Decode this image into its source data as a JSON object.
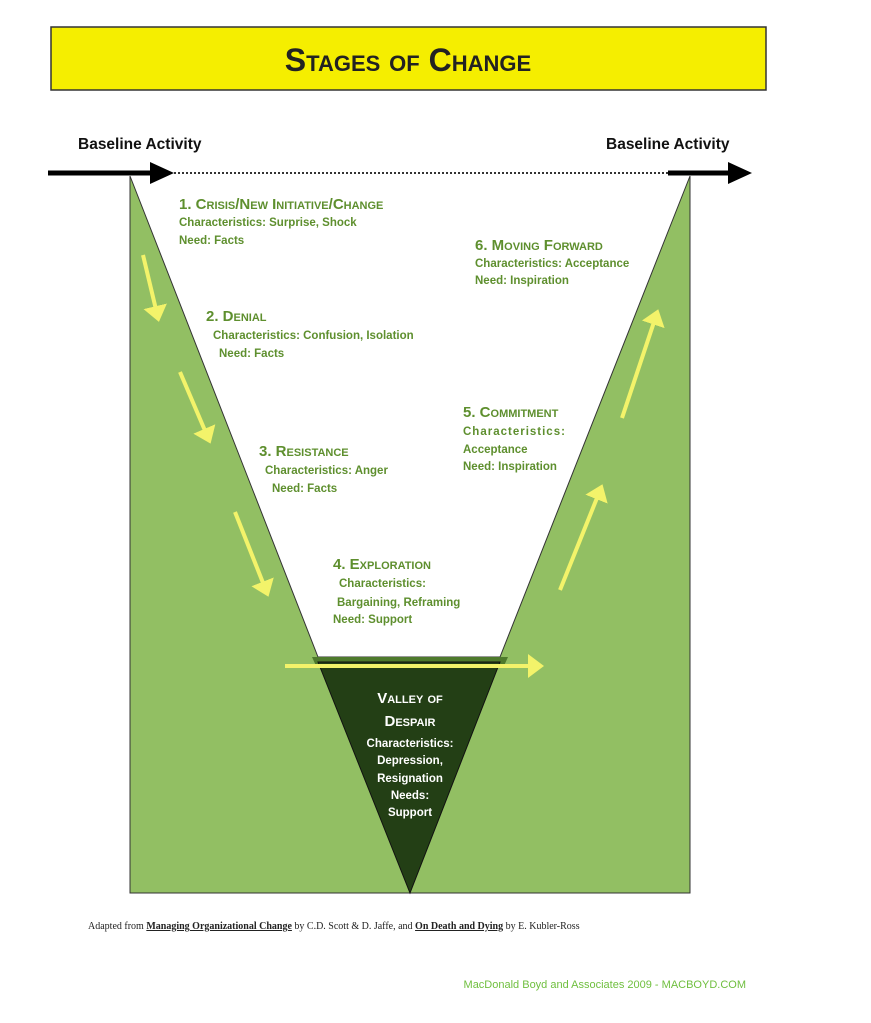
{
  "title": "Stages of Change",
  "baseline_left": "Baseline Activity",
  "baseline_right": "Baseline Activity",
  "stages": [
    {
      "title": "1. Crisis/New Initiative/Change",
      "lines": [
        "Characteristics: Surprise, Shock",
        "Need: Facts"
      ]
    },
    {
      "title": "2. Denial",
      "lines": [
        "Characteristics: Confusion, Isolation",
        "Need: Facts"
      ]
    },
    {
      "title": "3. Resistance",
      "lines": [
        "Characteristics: Anger",
        "Need: Facts"
      ]
    },
    {
      "title": "4. Exploration",
      "lines": [
        "Characteristics:",
        "Bargaining, Reframing",
        "Need: Support"
      ]
    },
    {
      "title": "5. Commitment",
      "lines": [
        "Characteristics:",
        "Acceptance",
        "Need: Inspiration"
      ]
    },
    {
      "title": "6. Moving Forward",
      "lines": [
        "Characteristics: Acceptance",
        "Need: Inspiration"
      ]
    }
  ],
  "valley": {
    "title1": "Valley of",
    "title2": "Despair",
    "lines": [
      "Characteristics:",
      "Depression,",
      "Resignation",
      "Needs:",
      "Support"
    ]
  },
  "footer": {
    "prefix": "Adapted from ",
    "book1": "Managing Organizational Change",
    "mid": " by  C.D. Scott & D. Jaffe, and ",
    "book2": "On Death and Dying",
    "suffix": " by E. Kubler-Ross"
  },
  "credit": "MacDonald Boyd and Associates 2009  - MACBOYD.COM",
  "colors": {
    "title_bg": "#f5ee00",
    "green": "#92bf63",
    "dark_green": "#233f15",
    "text_green": "#5e8f2e",
    "arrow_yellow": "#f3f36a"
  }
}
